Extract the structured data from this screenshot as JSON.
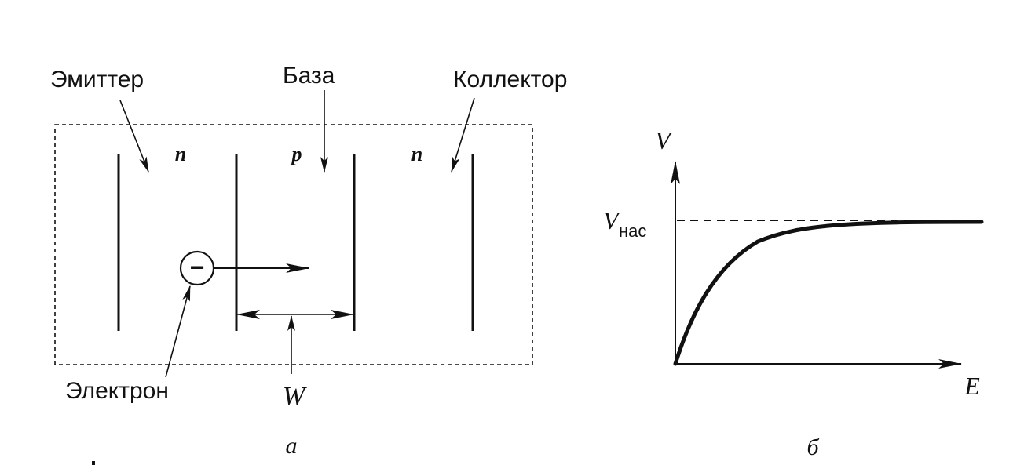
{
  "diagram_a": {
    "labels": {
      "emitter": "Эмиттер",
      "base": "База",
      "collector": "Коллектор",
      "electron": "Электрон",
      "width": "W",
      "caption": "а"
    },
    "regions": [
      "n",
      "p",
      "n"
    ],
    "electron_symbol": "−"
  },
  "diagram_b": {
    "y_label": "V",
    "x_label": "E",
    "saturation_label": "V",
    "saturation_subscript": "нас",
    "caption": "б"
  },
  "colors": {
    "ink": "#111111",
    "background": "#ffffff"
  }
}
